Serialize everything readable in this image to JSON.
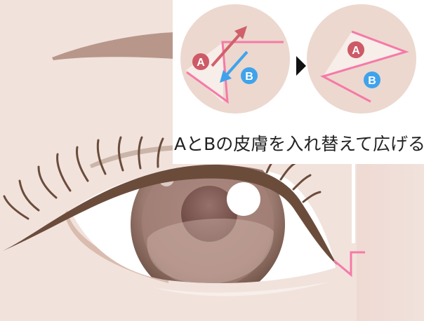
{
  "diagram": {
    "caption": "AとBの皮膚を入れ替えて広げる",
    "labels": {
      "before_a": "A",
      "before_b": "B",
      "after_a": "A",
      "after_b": "B"
    },
    "colors": {
      "skin": "#f1e2dc",
      "circle": "#ecd8ce",
      "incision": "#f57aa8",
      "label_a": "#cd5a66",
      "label_b": "#3fa3ec",
      "arrow_a": "#d0606a",
      "arrow_b": "#3fa3ec",
      "lash": "#6b4c3b",
      "brow": "#b8978a",
      "iris": "#a07d74",
      "panel": "#ffffff"
    },
    "panels": [
      {
        "name": "before",
        "description": "Z-plasty incision with flaps A and B, arrows showing transposition"
      },
      {
        "name": "after",
        "description": "Flaps A and B transposed, widened inner eye corner"
      }
    ]
  }
}
